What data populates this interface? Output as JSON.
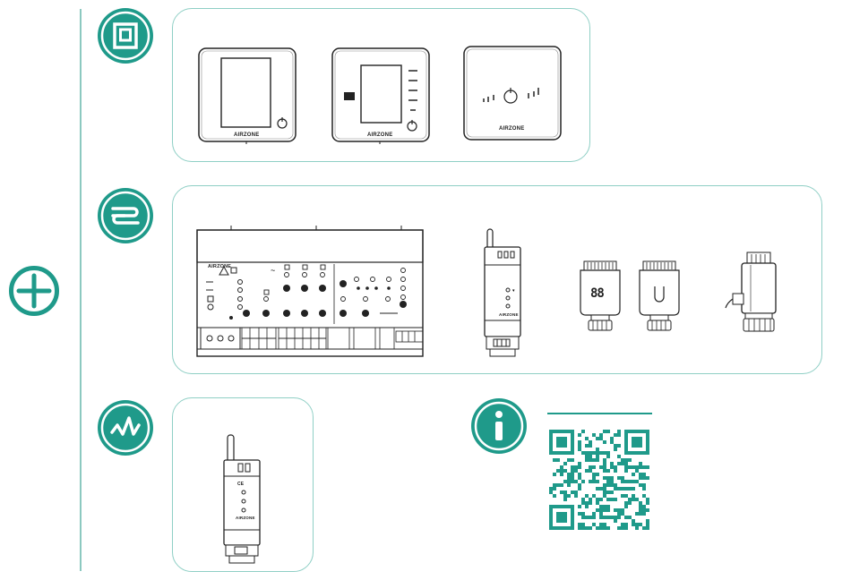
{
  "brand": {
    "name": "AIRZONE",
    "accent": "#1f9a8a",
    "panel_border": "#8fcfc5"
  },
  "icons": {
    "add": "plus-circle-icon",
    "thermostats": "thermostat-square-icon",
    "heating": "heat-flow-icon",
    "connectivity": "signal-wave-icon",
    "info": "info-icon"
  },
  "devices": {
    "thermostat_touch_logo": "AIRZONE",
    "thermostat_blueface_logo": "AIRZONE",
    "thermostat_lite_logo": "AIRZONE",
    "control_board_logo": "AIRZONE",
    "wireless_module_logo": "AIRZONE",
    "thermo_head_display": "88",
    "webserver_logo": "AIRZONE",
    "webserver_mark": "CE"
  }
}
